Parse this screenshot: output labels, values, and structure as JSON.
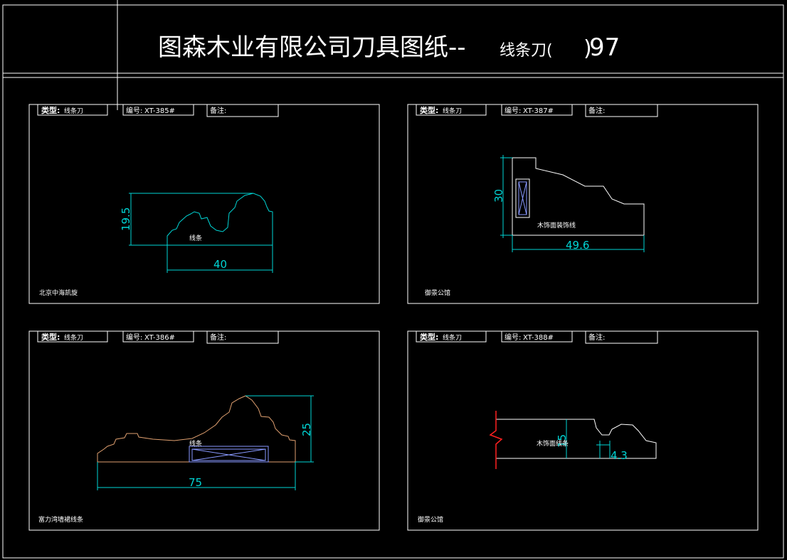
{
  "title": {
    "main": "图森木业有限公司刀具图纸--",
    "suffix": "线条刀(",
    "close": ")",
    "number": "97"
  },
  "labels": {
    "type": "类型:",
    "code_prefix": "编号:",
    "note": "备注:"
  },
  "panels": [
    {
      "id": "p1",
      "type_value": "线条刀",
      "code": "XT-385#",
      "part_label": "线条",
      "caption": "北京中海凯旋",
      "dims": {
        "height": "19.5",
        "width": "40"
      }
    },
    {
      "id": "p2",
      "type_value": "线条刀",
      "code": "XT-387#",
      "part_label": "木饰面装饰线",
      "caption": "御景公馆",
      "dims": {
        "height": "30",
        "width": "49.6"
      }
    },
    {
      "id": "p3",
      "type_value": "线条刀",
      "code": "XT-386#",
      "part_label": "线条",
      "caption": "富力湾墙裙线条",
      "dims": {
        "height": "25",
        "width": "75"
      }
    },
    {
      "id": "p4",
      "type_value": "线条刀",
      "code": "XT-388#",
      "part_label": "木饰面线条",
      "caption": "御景公馆",
      "dims": {
        "height": "15",
        "width": "4.3"
      }
    }
  ],
  "colors": {
    "background": "#000000",
    "line": "#ffffff",
    "dimension": "#00d6d6",
    "profile_orange": "#e0a070",
    "break_line": "#ff2020",
    "box_blue": "#8899ff"
  }
}
